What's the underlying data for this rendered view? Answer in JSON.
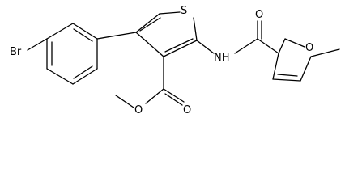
{
  "molecule": {
    "atom_labels": {
      "bromine": "Br",
      "thiophene_sulfur": "S",
      "furan_oxygen": "O",
      "amide_nitrogen": "NH",
      "amide_carbonyl_oxygen": "O",
      "ester_carbonyl_oxygen": "O",
      "ester_ether_oxygen": "O"
    }
  }
}
